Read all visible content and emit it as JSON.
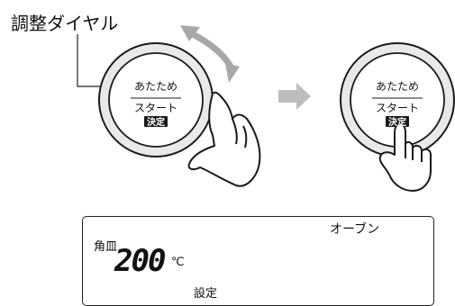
{
  "dial_label": "調整ダイヤル",
  "dial_left": {
    "line1": "あたため",
    "line2": "スタート",
    "button": "決定"
  },
  "dial_right": {
    "line1": "あたため",
    "line2": "スタート",
    "button": "決定"
  },
  "display": {
    "mode": "オーブン",
    "tray": "角皿",
    "temperature": "200",
    "unit": "℃",
    "status": "設定"
  }
}
